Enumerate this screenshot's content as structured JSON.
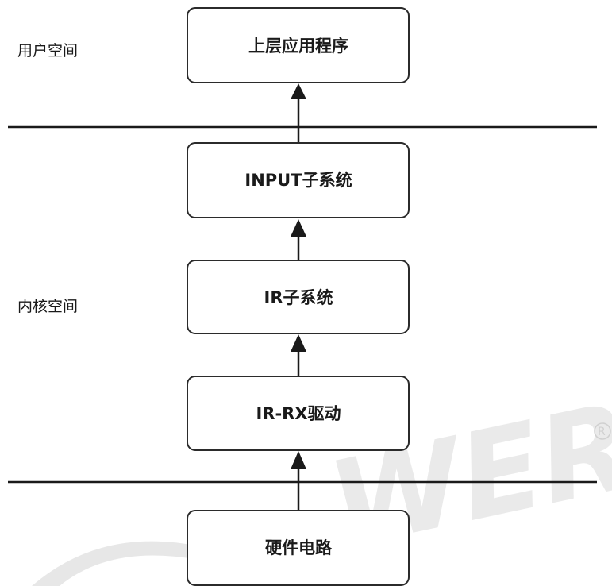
{
  "regions": {
    "user_space": "用户空间",
    "kernel_space": "内核空间"
  },
  "nodes": [
    {
      "id": "app",
      "label": "上层应用程序"
    },
    {
      "id": "input",
      "label": "INPUT子系统"
    },
    {
      "id": "ir",
      "label": "IR子系统"
    },
    {
      "id": "irrx",
      "label": "IR-RX驱动"
    },
    {
      "id": "hw",
      "label": "硬件电路"
    }
  ],
  "edges": [
    {
      "from": "input",
      "to": "app"
    },
    {
      "from": "ir",
      "to": "input"
    },
    {
      "from": "irrx",
      "to": "ir"
    },
    {
      "from": "hw",
      "to": "irrx"
    }
  ],
  "watermark": {
    "text": "WER",
    "registered": "R"
  },
  "colors": {
    "stroke": "#2b2b2b",
    "text": "#1a1a1a",
    "watermark": "#d9d9d9"
  }
}
